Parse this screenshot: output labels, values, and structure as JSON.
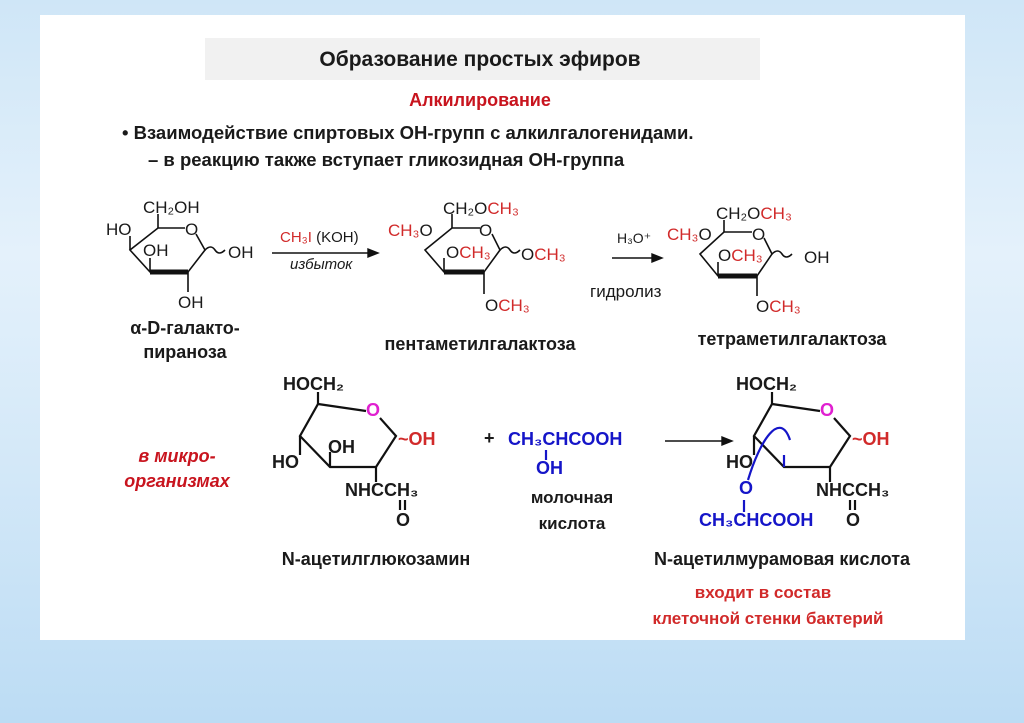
{
  "title": "Образование простых эфиров",
  "subtitle": "Алкилирование",
  "bullet": "• Взаимодействие спиртовых ОН-групп с алкилгалогенидами.",
  "dash": "– в реакцию также вступает гликозидная ОН-группа",
  "colors": {
    "accent_red": "#d12a2a",
    "blue": "#1515c8",
    "magenta": "#e020d0"
  },
  "reaction1": {
    "reactant": {
      "ch2oh": "CH₂OH",
      "ho": "HO",
      "oh_inner": "OH",
      "oh_anomeric": "OH",
      "oh_bottom": "OH",
      "o_ring": "O",
      "caption_1": "α-D-галакто-",
      "caption_2": "пираноза"
    },
    "reagent": "CH₃I",
    "reagent_base": " (KOH)",
    "condition": "избыток",
    "product": {
      "ch2o": "CH₂O",
      "ch3_top": "CH₃",
      "ch3o_left": "CH₃",
      "o_left": "O",
      "o_inner": "O",
      "ch3_inner": "CH₃",
      "o_anom": "O",
      "ch3_anom": "CH₃",
      "o_bottom": "O",
      "ch3_bottom": "CH₃",
      "o_ring": "O",
      "caption": "пентаметилгалактоза"
    },
    "reagent2": "H₃O⁺",
    "condition2": "гидролиз",
    "product2": {
      "ch2o": "CH₂O",
      "ch3_top": "CH₃",
      "ch3o_left": "CH₃",
      "o_left": "O",
      "o_inner": "O",
      "ch3_inner": "CH₃",
      "oh_anom": "OH",
      "o_bottom": "O",
      "ch3_bottom": "CH₃",
      "o_ring": "O",
      "caption": "тетраметилгалактоза"
    }
  },
  "reaction2": {
    "side_label_1": "в микро-",
    "side_label_2": "организмах",
    "reactant": {
      "hoch2": "HOCH₂",
      "o_ring": "O",
      "oh_anom": "~OH",
      "oh_inner": "OH",
      "ho": "HO",
      "nhcch3": "NHCCH₃",
      "o_carbonyl": "O",
      "caption": "N-ацетилглюкозамин"
    },
    "plus": "+",
    "acid": {
      "formula": "CH₃CHCOOH",
      "oh": "OH",
      "caption_1": "молочная",
      "caption_2": "кислота"
    },
    "product": {
      "hoch2": "HOCH₂",
      "o_ring": "O",
      "oh_anom": "~OH",
      "ho": "HO",
      "o_ether": "O",
      "lactyl": "CH₃CHCOOH",
      "nhcch3": "NHCCH₃",
      "o_carbonyl": "O",
      "caption": "N-ацетилмурамовая кислота"
    },
    "note_1": "входит в состав",
    "note_2": "клеточной стенки бактерий"
  }
}
